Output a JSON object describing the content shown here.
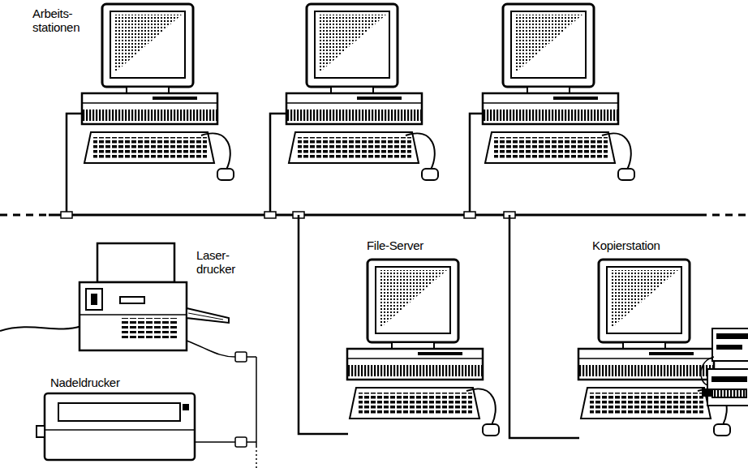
{
  "diagram": {
    "labels": [
      "Arbeits- stationen",
      "Laser- drucker",
      "Nadeldrucker",
      "File-Server",
      "Kopierstation"
    ]
  }
}
